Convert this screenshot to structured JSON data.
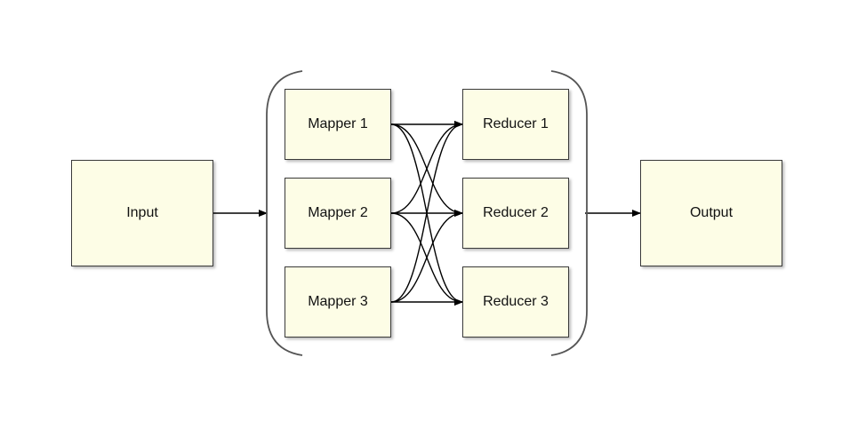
{
  "colors": {
    "node_fill": "#fdfde6",
    "node_border": "#3a3a3a",
    "line": "#000000",
    "bracket": "#555555"
  },
  "nodes": {
    "input": "Input",
    "mappers": [
      "Mapper 1",
      "Mapper 2",
      "Mapper 3"
    ],
    "reducers": [
      "Reducer 1",
      "Reducer 2",
      "Reducer 3"
    ],
    "output": "Output"
  }
}
